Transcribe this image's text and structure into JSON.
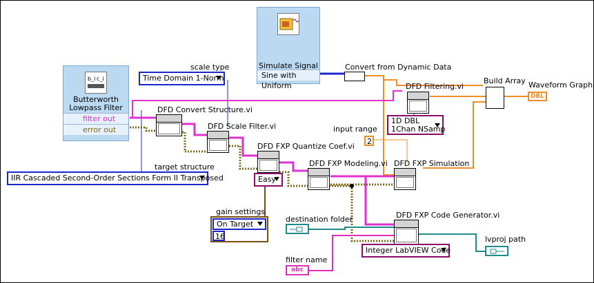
{
  "express_vis": {
    "simulate_signal": {
      "title": "Simulate Signal",
      "signal": "Sine with Uniform"
    },
    "butterworth": {
      "title_line1": "Butterworth",
      "title_line2": "Lowpass Filter",
      "output_filter": "filter out",
      "output_error": "error out"
    }
  },
  "labels": {
    "scale_type": "scale type",
    "convert_dynamic": "Convert from Dynamic Data",
    "build_array": "Build Array",
    "waveform_graph": "Waveform Graph",
    "dfd_filtering": "DFD Filtering.vi",
    "dfd_convert_structure": "DFD Convert Structure.vi",
    "dfd_scale_filter": "DFD Scale Filter.vi",
    "input_range": "input range",
    "dfd_fxp_quantize": "DFD FXP Quantize Coef.vi",
    "target_structure": "target structure",
    "dfd_fxp_modeling": "DFD FXP Modeling.vi",
    "dfd_fxp_simulation": "DFD FXP Simulation",
    "gain_settings": "gain settings",
    "destination_folder": "destination folder",
    "dfd_fxp_code_generator": "DFD FXP Code Generator.vi",
    "lvproj_path": "lvproj path",
    "filter_name": "filter name"
  },
  "controls": {
    "scale_type_value": "Time Domain 1-Norm",
    "target_structure_value": "IIR Cascaded Second-Order Sections Form II Transposed",
    "quantize_mode": "Easy",
    "gain_settings_value": "On Target",
    "gain_numeric": "16",
    "input_range_value": "2",
    "filtering_type_line1": "1D DBL",
    "filtering_type_line2": "1Chan NSamp",
    "code_type": "Integer LabVIEW Code"
  },
  "terminals": {
    "waveform_graph": "DBL",
    "filter_name": "abc"
  },
  "colors": {
    "cluster_wire": "#e030d0",
    "error_wire": "#7a6b1a",
    "numeric_wire": "#f08c28",
    "dynamic_wire": "#1c25c9",
    "path_wire": "#1f8a8a",
    "string_wire": "#e02cb8",
    "enum_wire": "#1c25c9",
    "ring_border": "#8a0b6c"
  }
}
